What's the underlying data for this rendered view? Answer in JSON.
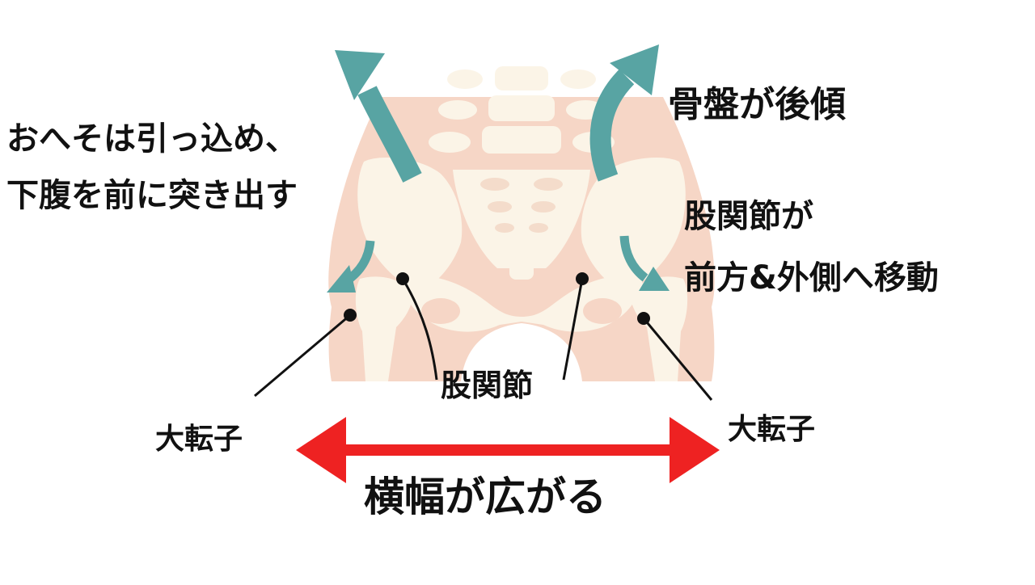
{
  "labels": {
    "navel_line1": "おへそは引っ込め、",
    "navel_line2": "下腹を前に突き出す",
    "pelvis_tilt": "骨盤が後傾",
    "hip_move_line1": "股関節が",
    "hip_move_line2": "前方&外側へ移動",
    "hip_joint": "股関節",
    "greater_trochanter_left": "大転子",
    "greater_trochanter_right": "大転子",
    "width_wider": "横幅が広がる"
  },
  "colors": {
    "skin": "#f6d6c6",
    "bone": "#fbf4e7",
    "bone_shadow": "#f4dccb",
    "teal_arrow": "#58a4a3",
    "red_arrow": "#ee2222",
    "text": "#111111",
    "leader_line": "#111111"
  },
  "icons": {
    "curved_arrows": "teal-curved-arrow-icon",
    "width_arrow": "red-double-arrow-icon"
  }
}
